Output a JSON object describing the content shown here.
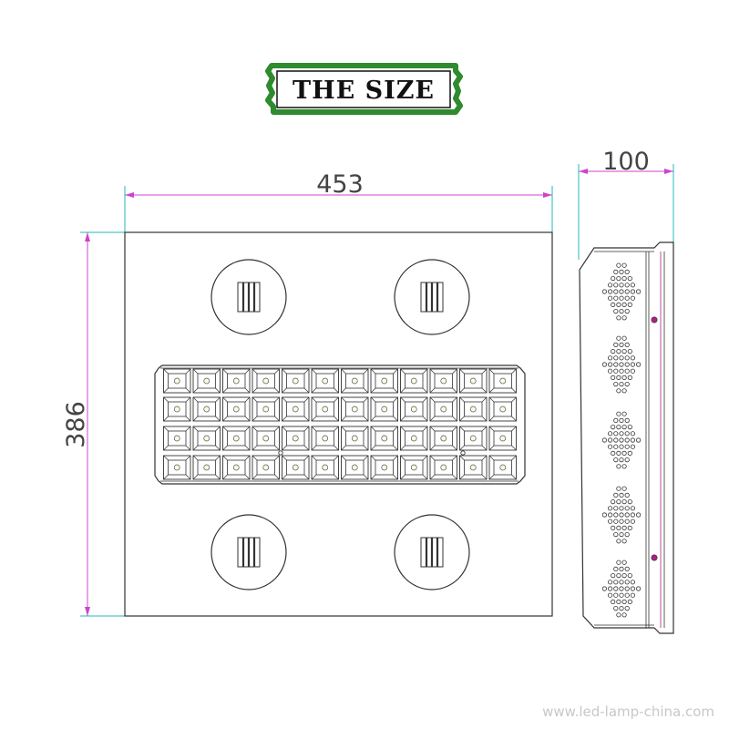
{
  "banner": {
    "title": "THE SIZE"
  },
  "dimensions": {
    "width": "453",
    "height": "386",
    "depth": "100"
  },
  "led_array": {
    "rows": 4,
    "cols": 12
  },
  "lenses": {
    "count": 4
  },
  "side_view": {
    "led_clusters": 5
  },
  "watermark": {
    "text": "www.led-lamp-china.com"
  },
  "colors": {
    "banner_border": "#2e8b2e",
    "dimension_line": "#cc44cc",
    "extension_line": "#22b8b8",
    "outline": "#333333",
    "accent_dot": "#aa2288"
  }
}
